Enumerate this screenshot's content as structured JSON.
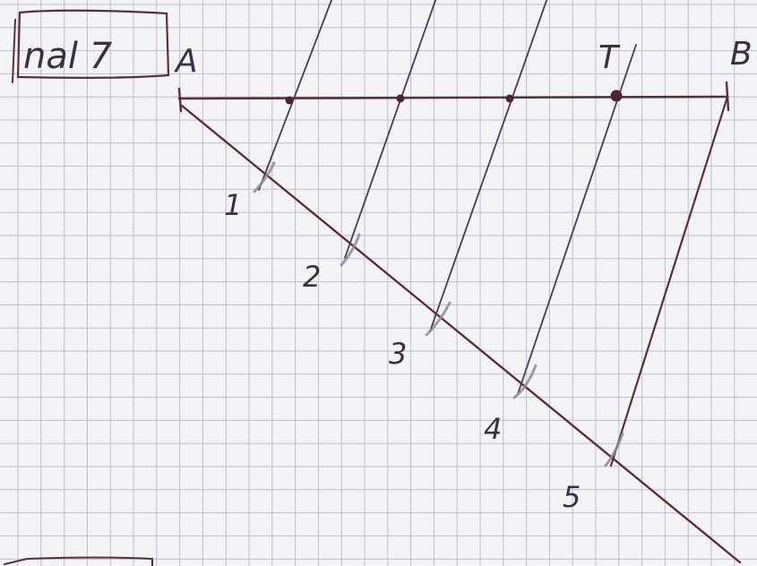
{
  "title": "nal 7",
  "points": {
    "a": "A",
    "b": "B",
    "t": "T"
  },
  "divisions": [
    "1",
    "2",
    "3",
    "4",
    "5"
  ],
  "colors": {
    "paper": "#f4f3f5",
    "grid": "#bdbfd0",
    "ink": "#5a2f3c",
    "pencil": "#8c8c9a"
  }
}
